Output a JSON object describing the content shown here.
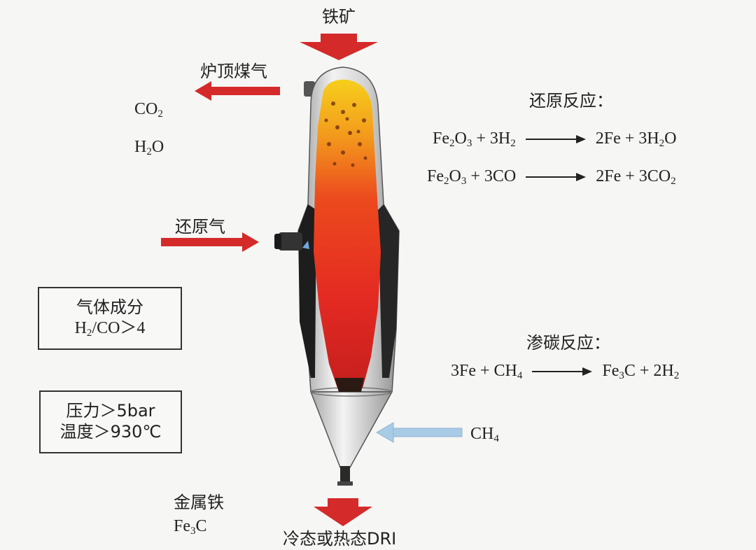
{
  "inputs": {
    "iron_ore": "铁矿",
    "reducing_gas": "还原气",
    "ch4": {
      "base": "CH",
      "sub": "4"
    }
  },
  "top_gas": {
    "label": "炉顶煤气",
    "co2": {
      "base": "CO",
      "sub": "2"
    },
    "h2o": {
      "pre": "H",
      "sub": "2",
      "post": "O"
    }
  },
  "gas_box": {
    "line1": "气体成分",
    "line2": {
      "pre": "H",
      "sub": "2",
      "post": "/CO＞4"
    }
  },
  "conditions_box": {
    "line1": "压力＞5bar",
    "line2": "温度＞930℃"
  },
  "outputs": {
    "metal_iron": "金属铁",
    "fe3c": {
      "pre": "Fe",
      "sub": "3",
      "post": "C"
    },
    "dri": "冷态或热态DRI"
  },
  "reduction": {
    "title": "还原反应：",
    "eq1": {
      "l1": "Fe",
      "l1s": "2",
      "l2": "O",
      "l2s": "3",
      "l3": " + 3H",
      "l3s": "2",
      "r1": "2Fe + 3H",
      "r1s": "2",
      "r2": "O"
    },
    "eq2": {
      "l1": "Fe",
      "l1s": "2",
      "l2": "O",
      "l2s": "3",
      "l3": " + 3CO",
      "r1": "2Fe + 3CO",
      "r1s": "2"
    }
  },
  "carburization": {
    "title": "渗碳反应：",
    "eq": {
      "l1": "3Fe + CH",
      "l1s": "4",
      "r1": "Fe",
      "r1s": "3",
      "r2": "C + 2H",
      "r2s": "2"
    }
  },
  "colors": {
    "red_arrow": "#d42a2a",
    "blue_arrow": "#a8cbe6",
    "hot_core": "#e8301a",
    "hot_top": "#f4c21a",
    "shell": "#c9c9c9"
  }
}
